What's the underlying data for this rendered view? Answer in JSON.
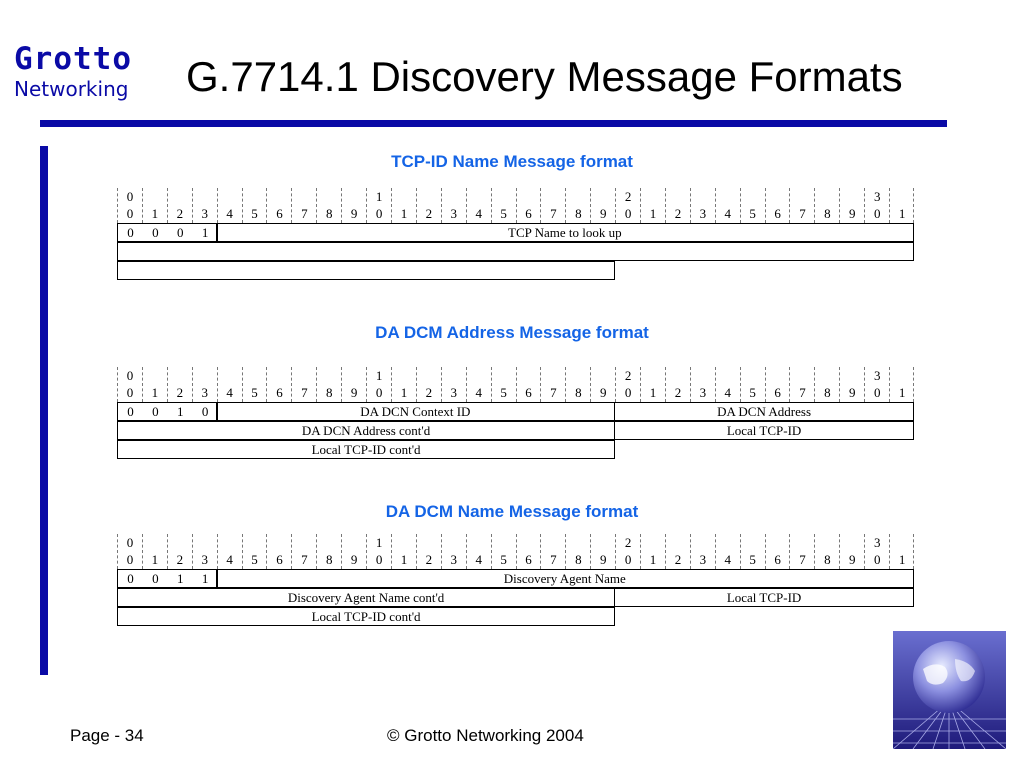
{
  "logo": {
    "line1": "Grotto",
    "line2": "Networking"
  },
  "slide_title": "G.7714.1 Discovery Message Formats",
  "bit_header": {
    "tens": [
      "0",
      "",
      "",
      "",
      "",
      "",
      "",
      "",
      "",
      "",
      "1",
      "",
      "",
      "",
      "",
      "",
      "",
      "",
      "",
      "",
      "2",
      "",
      "",
      "",
      "",
      "",
      "",
      "",
      "",
      "",
      "3",
      ""
    ],
    "units": [
      "0",
      "1",
      "2",
      "3",
      "4",
      "5",
      "6",
      "7",
      "8",
      "9",
      "0",
      "1",
      "2",
      "3",
      "4",
      "5",
      "6",
      "7",
      "8",
      "9",
      "0",
      "1",
      "2",
      "3",
      "4",
      "5",
      "6",
      "7",
      "8",
      "9",
      "0",
      "1"
    ]
  },
  "formats": [
    {
      "title": "TCP-ID Name Message format",
      "type_bits": [
        "0",
        "0",
        "0",
        "1"
      ],
      "rows": [
        [
          {
            "label": "TCP Name to look up",
            "span": [
              4,
              32
            ]
          }
        ],
        [
          {
            "label": "",
            "span": [
              0,
              32
            ]
          }
        ],
        [
          {
            "label": "",
            "span": [
              0,
              20
            ]
          }
        ]
      ]
    },
    {
      "title": "DA DCM Address Message format",
      "type_bits": [
        "0",
        "0",
        "1",
        "0"
      ],
      "rows": [
        [
          {
            "label": "DA DCN Context ID",
            "span": [
              4,
              20
            ]
          },
          {
            "label": "DA DCN Address",
            "span": [
              20,
              32
            ]
          }
        ],
        [
          {
            "label": "DA DCN Address cont'd",
            "span": [
              0,
              20
            ]
          },
          {
            "label": "Local TCP-ID",
            "span": [
              20,
              32
            ]
          }
        ],
        [
          {
            "label": "Local TCP-ID cont'd",
            "span": [
              0,
              20
            ]
          }
        ]
      ]
    },
    {
      "title": "DA DCM Name Message format",
      "type_bits": [
        "0",
        "0",
        "1",
        "1"
      ],
      "rows": [
        [
          {
            "label": "Discovery Agent Name",
            "span": [
              4,
              32
            ]
          }
        ],
        [
          {
            "label": "Discovery Agent Name cont'd",
            "span": [
              0,
              20
            ]
          },
          {
            "label": "Local TCP-ID",
            "span": [
              20,
              32
            ]
          }
        ],
        [
          {
            "label": "Local TCP-ID cont'd",
            "span": [
              0,
              20
            ]
          }
        ]
      ]
    }
  ],
  "footer": {
    "page": "Page - 34",
    "copyright": "© Grotto Networking 2004"
  },
  "colors": {
    "brand_blue": "#0a0aa6",
    "section_title": "#1464e6"
  },
  "icons": {
    "corner_image": "globe-icon"
  }
}
